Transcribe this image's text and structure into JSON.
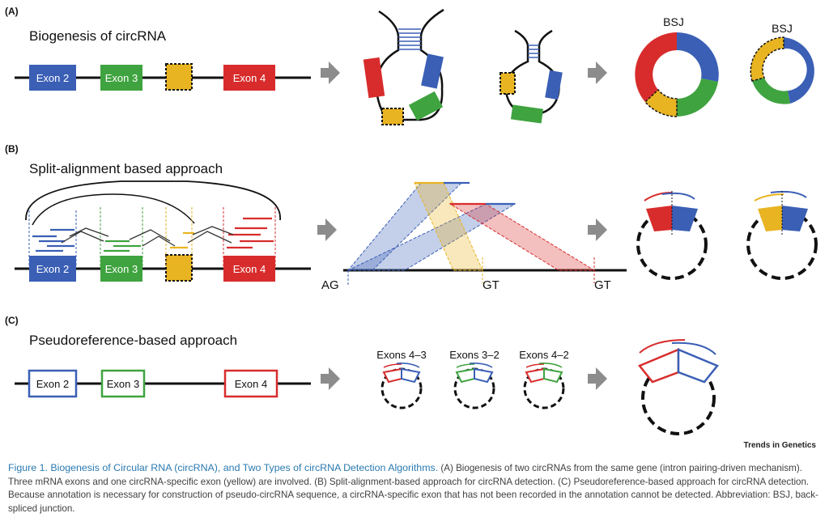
{
  "panels": {
    "a": {
      "letter": "(A)",
      "title": "Biogenesis of circRNA",
      "exons": [
        "Exon 2",
        "Exon 3",
        "Exon 4"
      ],
      "bsj": "BSJ"
    },
    "b": {
      "letter": "(B)",
      "title": "Split-alignment based approach",
      "exons": [
        "Exon 2",
        "Exon 3",
        "Exon 4"
      ],
      "sites": [
        "AG",
        "GT",
        "GT"
      ]
    },
    "c": {
      "letter": "(C)",
      "title": "Pseudoreference-based approach",
      "exons": [
        "Exon 2",
        "Exon 3",
        "Exon 4"
      ],
      "junctions": [
        "Exons 4–3",
        "Exons 3–2",
        "Exons 4–2"
      ]
    }
  },
  "colors": {
    "exon2": "#3a5fb5",
    "exon3": "#3fa33f",
    "exon4": "#d82c2c",
    "circ_exon": "#e8b422",
    "arrow": "#8c8c8c",
    "caption_title": "#2b7ab0"
  },
  "journal": "Trends in Genetics",
  "caption": {
    "title": "Figure 1. Biogenesis of Circular RNA (circRNA), and Two Types of circRNA Detection Algorithms.",
    "body": " (A) Biogenesis of two circRNAs from the same gene (intron pairing-driven mechanism). Three mRNA exons and one circRNA-specific exon (yellow) are involved. (B) Split-alignment-based approach for circRNA detection. (C) Pseudoreference-based approach for circRNA detection. Because annotation is necessary for construction of pseudo-circRNA sequence, a circRNA-specific exon that has not been recorded in the annotation cannot be detected. Abbreviation: BSJ, back-spliced junction."
  }
}
